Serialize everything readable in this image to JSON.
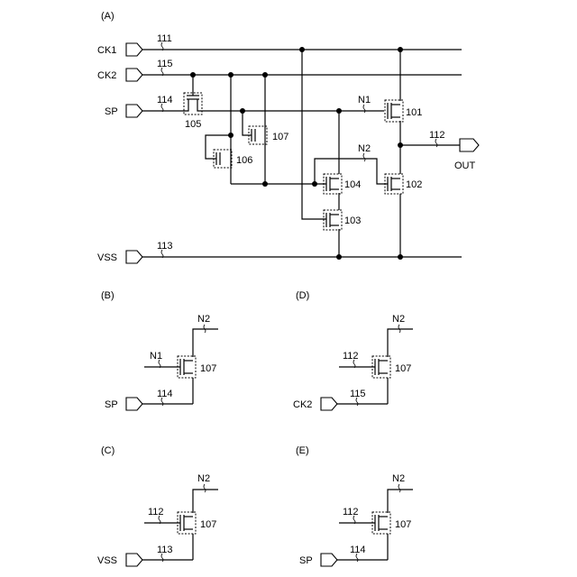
{
  "panels": {
    "a": "(A)",
    "b": "(B)",
    "c": "(C)",
    "d": "(D)",
    "e": "(E)"
  },
  "signals": {
    "ck1": "CK1",
    "ck2": "CK2",
    "sp": "SP",
    "vss": "VSS",
    "out": "OUT",
    "n1": "N1",
    "n2": "N2"
  },
  "wires": {
    "w111": "111",
    "w112": "112",
    "w113": "113",
    "w114": "114",
    "w115": "115"
  },
  "transistors": {
    "t101": "101",
    "t102": "102",
    "t103": "103",
    "t104": "104",
    "t105": "105",
    "t106": "106",
    "t107": "107"
  },
  "panel_b": {
    "top_node": "N2",
    "gate_input": "N1",
    "source_pin": "SP",
    "source_wire": "114",
    "transistor": "107"
  },
  "panel_c": {
    "top_node": "N2",
    "gate_input": "112",
    "source_pin": "VSS",
    "source_wire": "113",
    "transistor": "107"
  },
  "panel_d": {
    "top_node": "N2",
    "gate_input": "112",
    "source_pin": "CK2",
    "source_wire": "115",
    "transistor": "107"
  },
  "panel_e": {
    "top_node": "N2",
    "gate_input": "112",
    "source_pin": "SP",
    "source_wire": "114",
    "transistor": "107"
  }
}
